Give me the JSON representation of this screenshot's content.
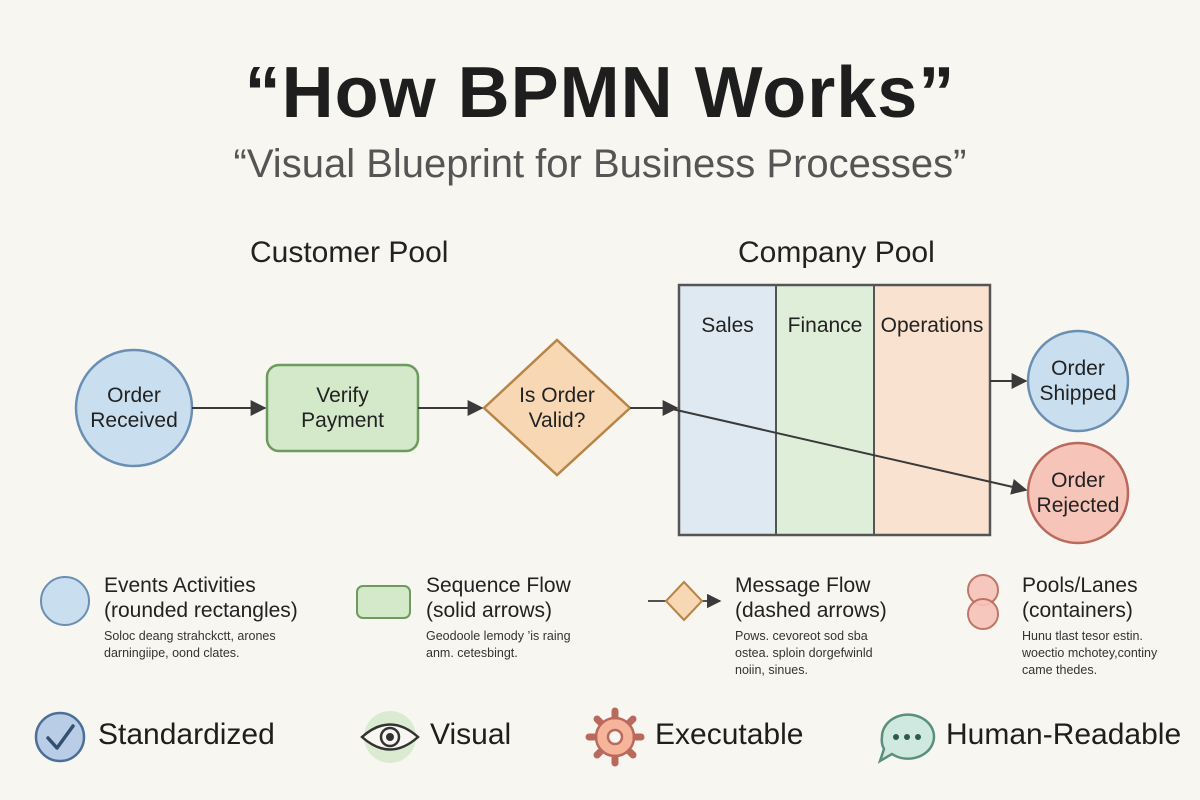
{
  "header": {
    "title": "“How BPMN Works”",
    "subtitle": "“Visual Blueprint for Business Processes”"
  },
  "pools": {
    "customer": "Customer Pool",
    "company": "Company Pool"
  },
  "flow": {
    "start_event": "Order\nReceived",
    "task": "Verify\nPayment",
    "gateway": "Is Order\nValid?",
    "end_shipped": "Order\nShipped",
    "end_rejected": "Order\nRejected"
  },
  "lanes": [
    "Sales",
    "Finance",
    "Operations"
  ],
  "legend": [
    {
      "title": "Events Activities\n(rounded rectangles)",
      "desc": "Soloc deang strahckctt, arones\ndarningiipe, oond clates."
    },
    {
      "title": "Sequence Flow\n(solid arrows)",
      "desc": "Geodoole lemody ’is raing\nanm. cetesbingt."
    },
    {
      "title": "Message Flow\n(dashed arrows)",
      "desc": "Pows. cevoreot sod sba\nostea. sploin dorgefwinld\nnoiin, sinues."
    },
    {
      "title": "Pools/Lanes\n(containers)",
      "desc": "Hunu tlast tesor estin.\nwoectio mchotey,continy\ncame thedes."
    }
  ],
  "features": [
    "Standardized",
    "Visual",
    "Executable",
    "Human-Readable"
  ],
  "colors": {
    "blue": "#c9dff0",
    "blue_stroke": "#6a8fb3",
    "green": "#d3e9c9",
    "green_stroke": "#6d9a5d",
    "orange": "#f8d8b4",
    "orange_stroke": "#b98546",
    "red": "#f6c4b8",
    "red_stroke": "#b96a5c",
    "ink": "#3a3a3a"
  }
}
